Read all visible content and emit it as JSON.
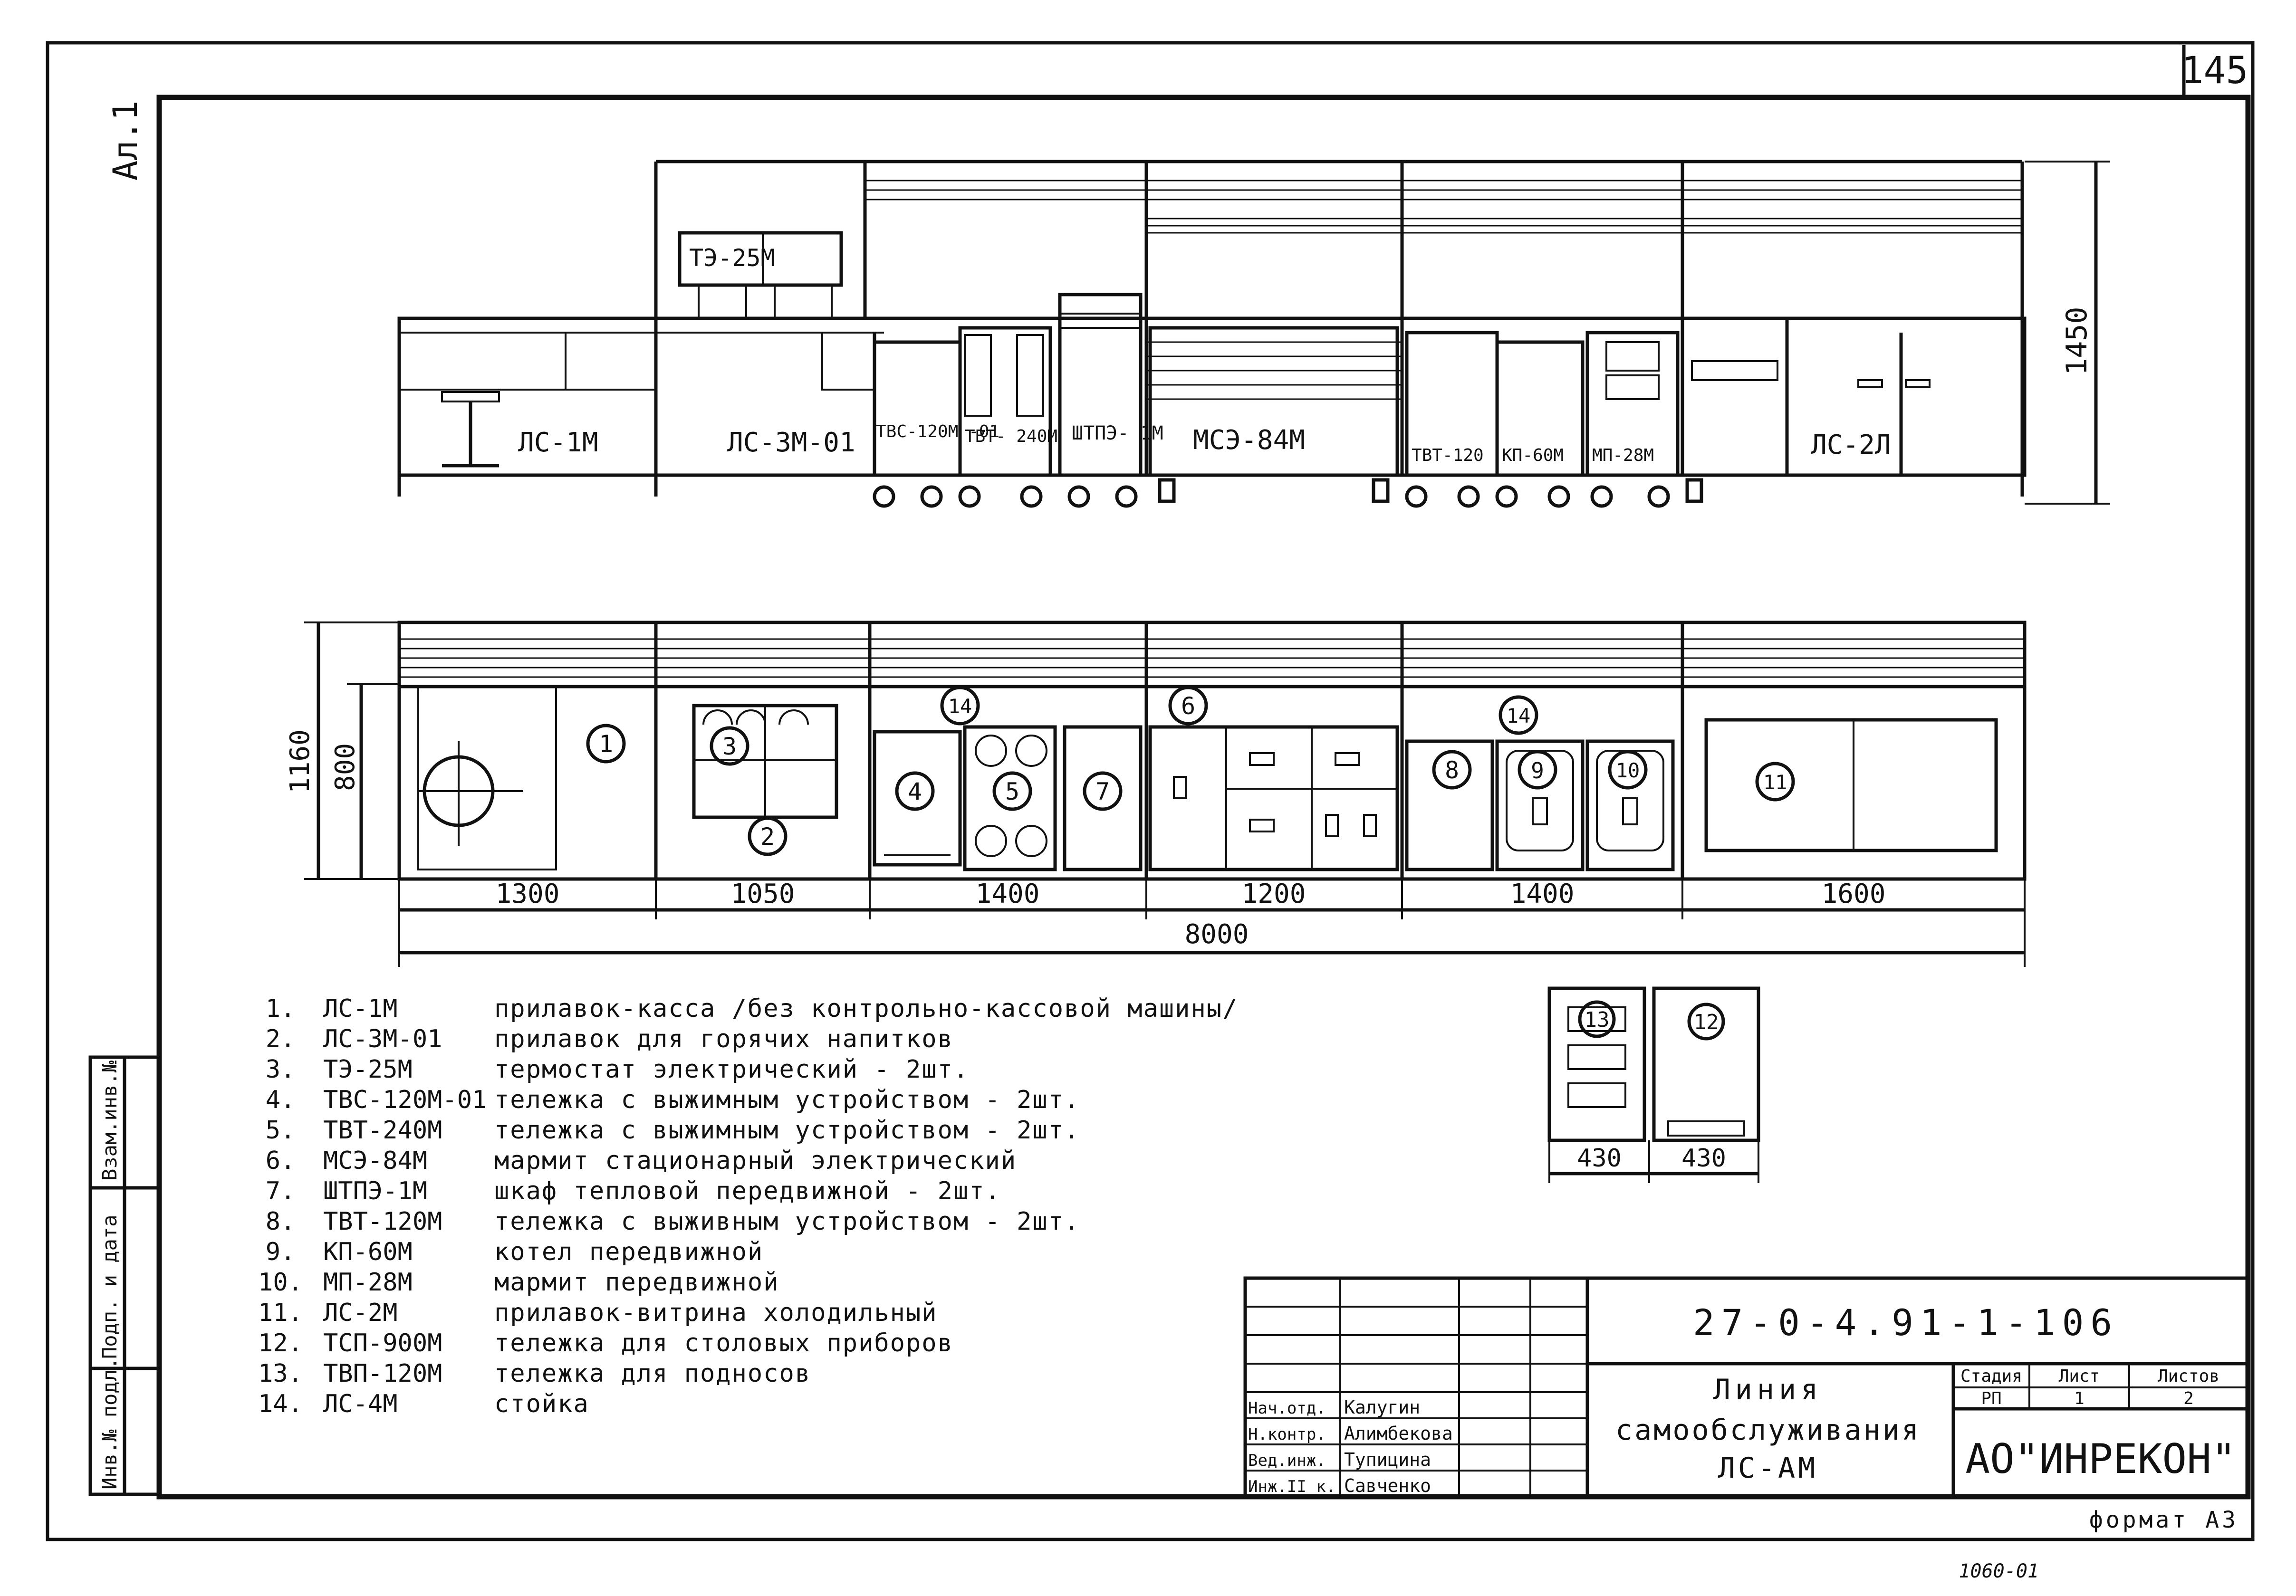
{
  "sheet": {
    "page_number": "145",
    "margin_mark": "Ал.1",
    "footer_format": "формат А3",
    "footer_handwritten": "1060-01"
  },
  "elevation": {
    "dimension_height": "1450",
    "labels": [
      "ТЭ-25М",
      "ЛС-1М",
      "ЛС-3М-01",
      "ТВС-120М -01",
      "ТВТ- 240М",
      "ШТПЭ- 1М",
      "МСЭ-84М",
      "ТВТ-120",
      "КП-60М",
      "МП-28М",
      "ЛС-2Л"
    ]
  },
  "plan": {
    "dimension_height": "1160",
    "dimension_depth": "800",
    "section_widths": [
      "1300",
      "1050",
      "1400",
      "1200",
      "1400",
      "1600"
    ],
    "total_width": "8000",
    "markers": [
      "1",
      "2",
      "3",
      "4",
      "5",
      "6",
      "7",
      "8",
      "9",
      "10",
      "11",
      "14",
      "14"
    ]
  },
  "carts": {
    "markers": [
      "13",
      "12"
    ],
    "widths": [
      "430",
      "430"
    ]
  },
  "legend": [
    {
      "num": "1.",
      "code": "ЛС-1М",
      "desc": "прилавок-касса /без контрольно-кассовой машины/"
    },
    {
      "num": "2.",
      "code": "ЛС-3М-01",
      "desc": "прилавок для горячих напитков"
    },
    {
      "num": "3.",
      "code": "ТЭ-25М",
      "desc": "термостат электрический - 2шт."
    },
    {
      "num": "4.",
      "code": "ТВС-120М-01",
      "desc": "тележка с выжимным устройством - 2шт."
    },
    {
      "num": "5.",
      "code": "ТВТ-240М",
      "desc": "тележка с выжимным устройством - 2шт."
    },
    {
      "num": "6.",
      "code": "МСЭ-84М",
      "desc": "мармит стационарный электрический"
    },
    {
      "num": "7.",
      "code": "ШТПЭ-1М",
      "desc": "шкаф тепловой передвижной - 2шт."
    },
    {
      "num": "8.",
      "code": "ТВТ-120М",
      "desc": "тележка с выживным устройством - 2шт."
    },
    {
      "num": "9.",
      "code": "КП-60М",
      "desc": "котел передвижной"
    },
    {
      "num": "10.",
      "code": "МП-28М",
      "desc": "мармит передвижной"
    },
    {
      "num": "11.",
      "code": "ЛС-2М",
      "desc": "прилавок-витрина холодильный"
    },
    {
      "num": "12.",
      "code": "ТСП-900М",
      "desc": "тележка для столовых приборов"
    },
    {
      "num": "13.",
      "code": "ТВП-120М",
      "desc": "тележка для подносов"
    },
    {
      "num": "14.",
      "code": "ЛС-4М",
      "desc": "стойка"
    }
  ],
  "left_strip": {
    "cells": [
      "Инв.№ подл.",
      "Подп. и дата",
      "Взам.инв.№"
    ]
  },
  "title_block": {
    "doc_code": "27-0-4.91-1-106",
    "title": [
      "Линия",
      "самообслуживания",
      "ЛС-АМ"
    ],
    "stage_header": "Стадия",
    "sheet_header": "Лист",
    "sheets_header": "Листов",
    "stage_value": "РП",
    "sheet_value": "1",
    "sheets_value": "2",
    "company": "АО\"ИНРЕКОН\"",
    "roles": [
      "Нач.отд.",
      "Н.контр.",
      "Вед.инж.",
      "Инж.II к."
    ],
    "names": [
      "Калугин",
      "Алимбекова",
      "Тупицина",
      "Савченко"
    ]
  }
}
